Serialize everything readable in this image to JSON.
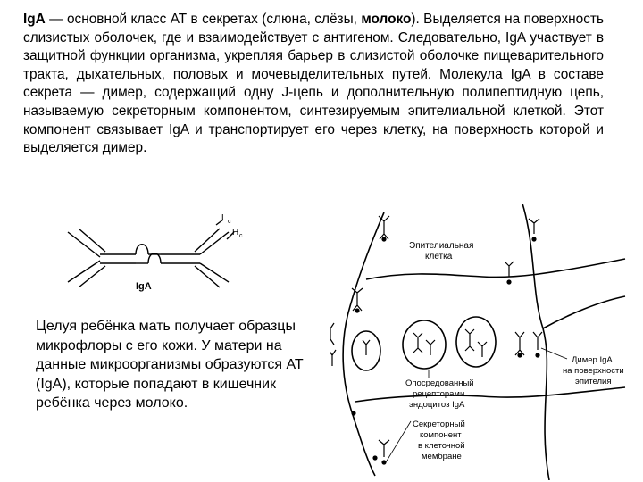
{
  "paragraph": {
    "lead_bold": "IgA",
    "lead": " — основной класс АТ в секретах (слюна, слёзы, ",
    "milk_bold": "молоко",
    "rest": "). Выделяется на поверхность слизистых оболочек, где и взаимодействует с антигеном. Следовательно, IgA участвует в защитной функции организма, укрепляя барьер в слизистой оболочке пищеварительного тракта, дыхательных, половых и мочевыделительных путей. Молекула IgA в составе секрета — димер, содержащий одну J-цепь и дополнительную полипептидную цепь, называемую секреторным компонентом, синтезируемым эпителиальной клеткой. Этот компонент связывает IgA и транспортирует его через клетку, на поверхность которой и выделяется димер."
  },
  "note": "Целуя ребёнка мать получает образцы микрофлоры с его кожи. У матери на данные микроорганизмы образуются АТ (IgA), которые попадают в кишечник ребёнка через молоко.",
  "diagram_left": {
    "molecule_label": "IgA",
    "light_chain_label": "L",
    "heavy_chain_label": "H",
    "light_chain_sub": "c",
    "heavy_chain_sub": "c"
  },
  "diagram_right": {
    "epithelial_cell_line1": "Эпителиальная",
    "epithelial_cell_line2": "клетка",
    "endocytosis_line1": "Опосредованный",
    "endocytosis_line2": "рецепторами",
    "endocytosis_line3": "эндоцитоз IgA",
    "dimer_line1": "Димер IgA",
    "dimer_line2": "на поверхности",
    "dimer_line3": "эпителия",
    "secretory_line1": "Секреторный",
    "secretory_line2": "компонент",
    "secretory_line3": "в клеточной",
    "secretory_line4": "мембране"
  }
}
